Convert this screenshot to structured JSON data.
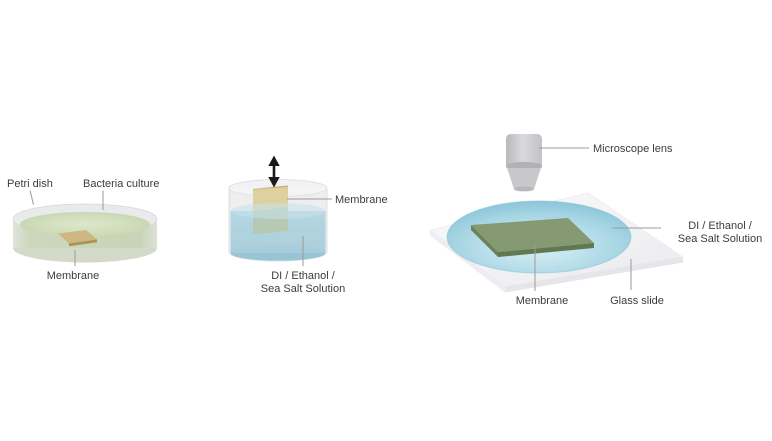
{
  "colors": {
    "text": "#3c3c3c",
    "leader_line": "#9b9b9b",
    "arrow_black": "#1a1a1a",
    "glassware_gray": "#eaebee",
    "glass_rim": "#f2f2f5",
    "bacteria_culture_green": "#cddcba",
    "membrane_tan": "#cdb884",
    "membrane_tan_edge": "#aa9157",
    "solution_blue": "#a6cedd",
    "solution_surface_blue": "#bedce8",
    "solution_bottom_blue": "#99c4d5",
    "membrane_dry_tan": "#d9c98f",
    "membrane_wet_green": "#a9bfa4",
    "droplet_edge_blue": "#83c2d5",
    "membrane_olive_green": "#859973",
    "membrane_olive_edge": "#62784f",
    "membrane_olive_edge2": "#6b8157",
    "glass_slide_white": "#f3f3f5",
    "slide_edge": "#e6e6ea",
    "lens_gray": "#c8c8cb",
    "lens_ellipse_gray": "#b2b2b6"
  },
  "figure": {
    "step1": {
      "labels": {
        "petri_dish": "Petri dish",
        "bacteria_culture": "Bacteria culture",
        "membrane": "Membrane"
      }
    },
    "step2": {
      "labels": {
        "membrane": "Membrane",
        "solution_line1": "DI / Ethanol /",
        "solution_line2": "Sea Salt Solution"
      }
    },
    "step3": {
      "labels": {
        "microscope_lens": "Microscope lens",
        "solution_line1": "DI / Ethanol /",
        "solution_line2": "Sea Salt Solution",
        "membrane": "Membrane",
        "glass_slide": "Glass slide"
      }
    }
  }
}
